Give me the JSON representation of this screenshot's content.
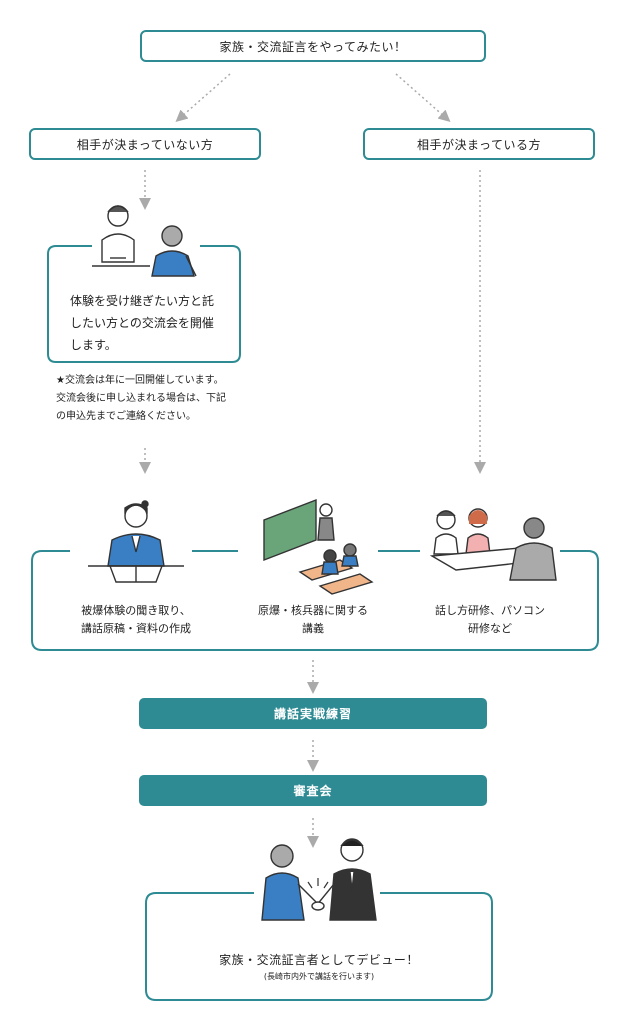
{
  "top_button": "家族・交流証言をやってみたい！",
  "branch_left": "相手が決まっていない方",
  "branch_right": "相手が決まっている方",
  "exchange_card": {
    "line1": "体験を受け継ぎたい方と託",
    "line2": "したい方との交流会を開催",
    "line3": "します。"
  },
  "note": {
    "line1": "★交流会は年に一回開催しています。",
    "line2": "交流会後に申し込まれる場合は、下記",
    "line3": "の申込先までご連絡ください。"
  },
  "steps": [
    {
      "line1": "被爆体験の聞き取り、",
      "line2": "講話原稿・資料の作成"
    },
    {
      "line1": "原爆・核兵器に関する",
      "line2": "講義"
    },
    {
      "line1": "話し方研修、パソコン",
      "line2": "研修など"
    }
  ],
  "practice_button": "講話実戦練習",
  "review_button": "審査会",
  "debut": {
    "line1": "家族・交流証言者としてデビュー！",
    "line2": "(長崎市内外で講話を行います)"
  },
  "colors": {
    "accent": "#2e8b93",
    "arrow": "#aaaaaa"
  }
}
